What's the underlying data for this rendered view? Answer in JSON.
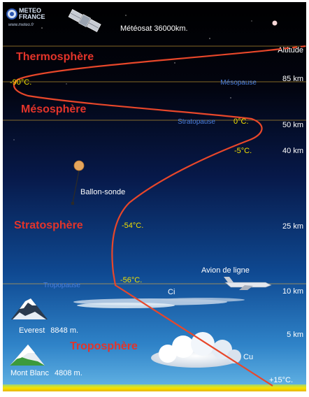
{
  "logo": {
    "line1": "METEO",
    "line2": "FRANCE",
    "url": "www.meteo.fr"
  },
  "satellite_label": "Météosat 36000km.",
  "axis_title": "Altitude",
  "layers": [
    {
      "name": "Thermosphère"
    },
    {
      "name": "Mésosphère"
    },
    {
      "name": "Stratosphère"
    },
    {
      "name": "Troposphère"
    }
  ],
  "boundaries": [
    {
      "name": "Mésopause",
      "altitude": "85 km"
    },
    {
      "name": "Stratopause",
      "altitude": "50 km"
    },
    {
      "name": "Tropopause",
      "altitude": "10 km"
    }
  ],
  "altitude_ticks": [
    "40 km",
    "25 km",
    "5 km"
  ],
  "temperatures": [
    "-90°C.",
    "0°C.",
    "-5°C.",
    "-54°C.",
    "-56°C.",
    "+15°C."
  ],
  "objects": {
    "balloon": "Ballon-sonde",
    "plane": "Avion de ligne",
    "cirrus": "Ci",
    "cumulus": "Cu"
  },
  "mountains": [
    {
      "name": "Everest",
      "height": "8848 m."
    },
    {
      "name": "Mont Blanc",
      "height": "4808 m."
    }
  ],
  "colors": {
    "sky_top": "#000000",
    "sky_mid": "#0a2f6e",
    "sky_low": "#3a8fd0",
    "ground": "#f5e400",
    "profile": "#e8472a",
    "layer_label": "#e3342a",
    "boundary_label": "#4a7fe0",
    "temp_label": "#f2e000",
    "boundary_line": "#b08a30"
  }
}
